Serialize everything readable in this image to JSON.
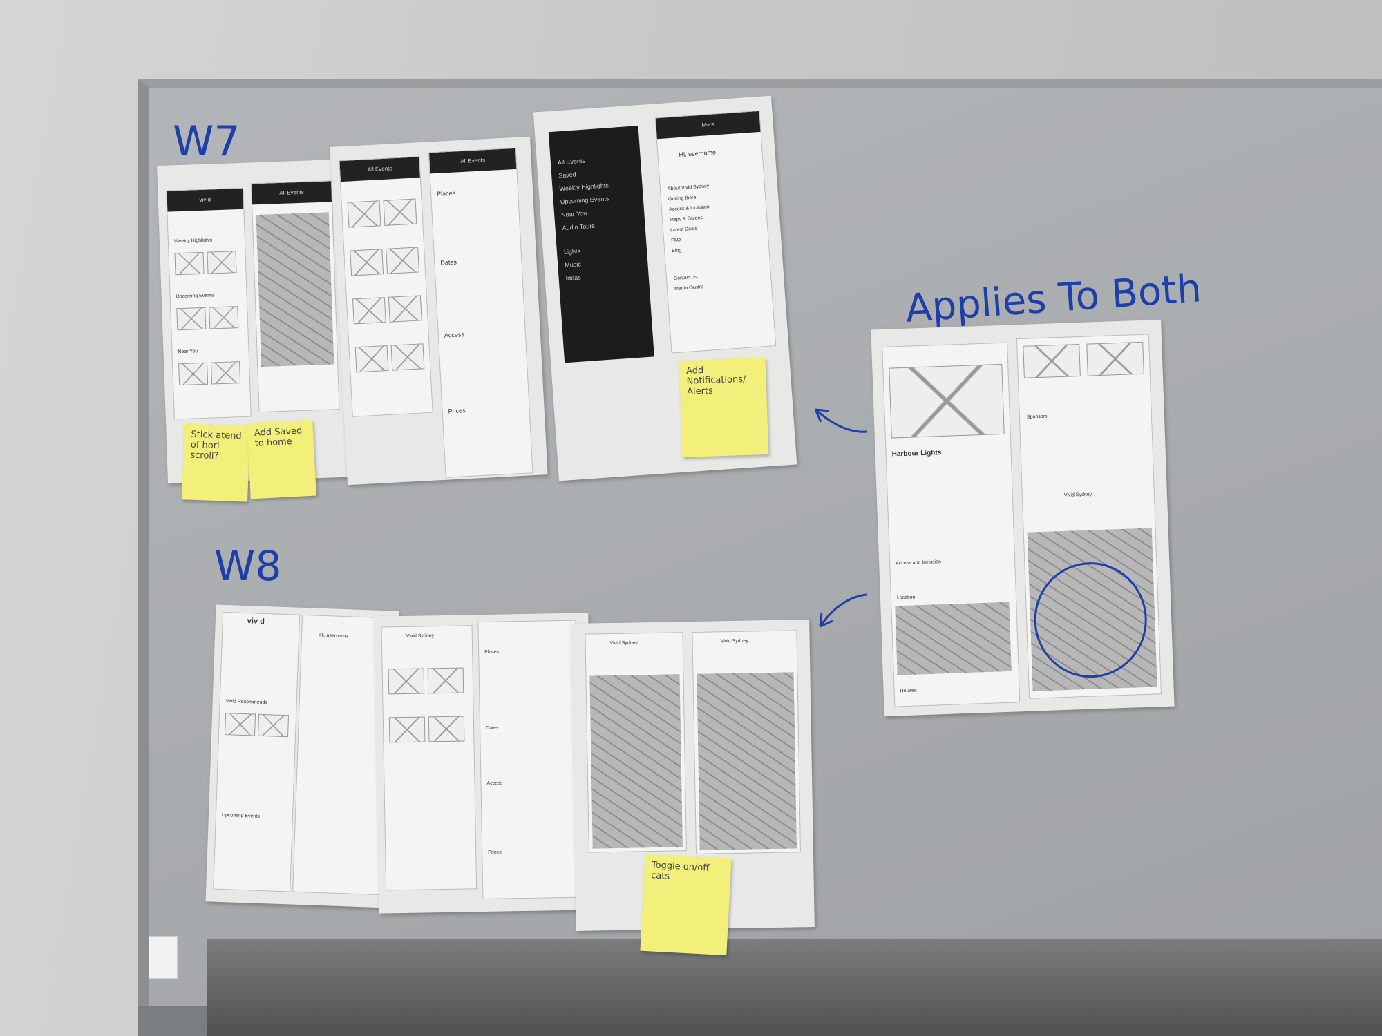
{
  "labels": {
    "w7": "W7",
    "w8": "W8",
    "applies": "Applies To Both"
  },
  "stickies": {
    "s1": "Stick atend of hori scroll?",
    "s2": "Add Saved to home",
    "s3": "Add Notifications/ Alerts",
    "s4": "Toggle on/off cats"
  },
  "screens": {
    "all_events": "All Events",
    "vivid_sydney": "Vivid Sydney",
    "weekly_highlights": "Weekly Highlights",
    "upcoming_events": "Upcoming Events",
    "near_you": "Near You",
    "places": "Places",
    "dates": "Dates",
    "access": "Access",
    "prices": "Prices",
    "more": "More",
    "hi_user": "Hi, username",
    "harbour_lights": "Harbour Lights",
    "location": "Location",
    "related": "Related",
    "sponsors": "Sponsors",
    "access_inclusion": "Access and Inclusion",
    "vivid_recommends": "Vivid Recommends",
    "logo": "viv d"
  },
  "menu_items": [
    "All Events",
    "Saved",
    "Weekly Highlights",
    "Upcoming Events",
    "Near You",
    "Audio Tours",
    "Lights",
    "Music",
    "Ideas"
  ],
  "more_items": [
    "About Vivid Sydney",
    "Getting there",
    "Access & Inclusion",
    "Maps & Guides",
    "Latest Deals",
    "FAQ",
    "Blog",
    "Contact us",
    "Media Centre"
  ]
}
